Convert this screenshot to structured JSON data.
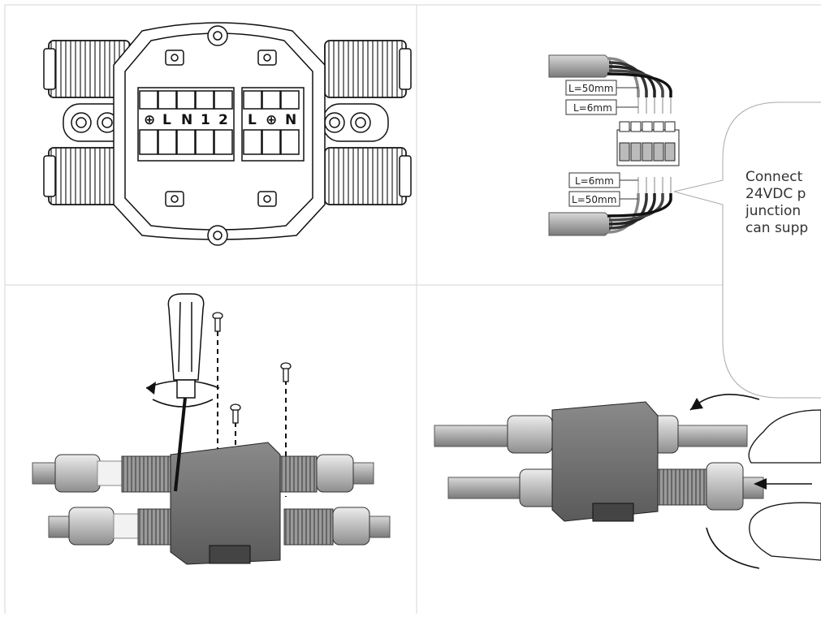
{
  "terminal_labels": {
    "left_group": [
      "⊕",
      "L",
      "N",
      "1",
      "2"
    ],
    "right_group": [
      "L",
      "⊕",
      "N"
    ]
  },
  "strip_lengths": {
    "top_outer": "L=50mm",
    "top_inner": "L=6mm",
    "bottom_inner": "L=6mm",
    "bottom_outer": "L=50mm"
  },
  "callout_lines": [
    "Connect",
    "24VDC p",
    "junction",
    "can supp"
  ]
}
